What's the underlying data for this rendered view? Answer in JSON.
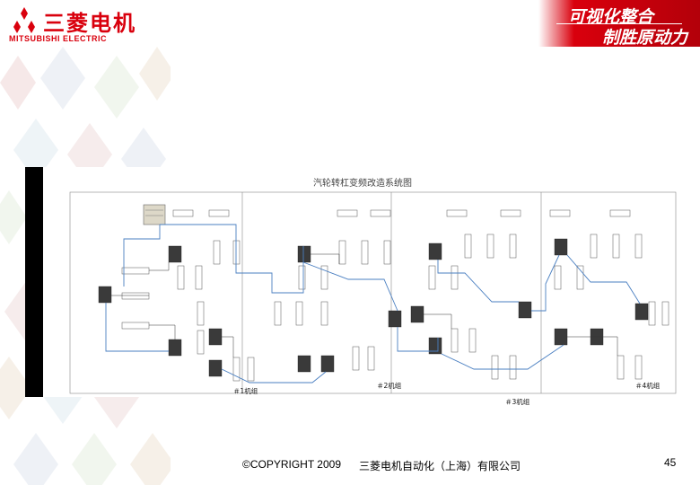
{
  "header": {
    "logo_cn": "三菱电机",
    "logo_en": "MITSUBISHI ELECTRIC",
    "slogan_line1": "可视化整合",
    "slogan_line2": "制胜原动力"
  },
  "diagram": {
    "title": "汽轮转杠变频改造系统图",
    "units": [
      "＃1机组",
      "＃2机组",
      "＃3机组",
      "＃4机组"
    ]
  },
  "footer": {
    "copyright": "©COPYRIGHT 2009",
    "company": "三菱电机自动化（上海）有限公司",
    "page_number": "45"
  },
  "colors": {
    "brand_red": "#d9000d",
    "link_blue": "#4a7fc1"
  }
}
